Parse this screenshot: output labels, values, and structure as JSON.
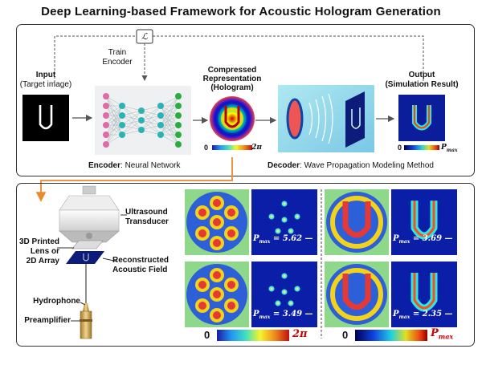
{
  "title": "Deep Learning-based Framework for Acoustic Hologram Generation",
  "loss_symbol": "ℒ",
  "train_encoder": [
    "Train",
    "Encoder"
  ],
  "input": {
    "title": "Input",
    "sub": "(Target image)"
  },
  "compressed": [
    "Compressed",
    "Representation",
    "(Hologram)"
  ],
  "output": {
    "title": "Output",
    "sub": "(Simulation Result)"
  },
  "encoder": {
    "bold": "Encoder",
    "rest": ": Neural Network"
  },
  "decoder": {
    "bold": "Decoder",
    "rest": ": Wave Propagation Modeling Method"
  },
  "phase_scale": {
    "min": "0",
    "max": "2π"
  },
  "pressure_scale": {
    "min": "0",
    "max": "P",
    "sub": "max"
  },
  "setup": {
    "ultrasound": [
      "Ultrasound",
      "Transducer"
    ],
    "lens": [
      "3D Printed",
      "Lens or",
      "2D Array"
    ],
    "field": [
      "Reconstructed",
      "Acoustic Field"
    ],
    "hydrophone": "Hydrophone",
    "preamplifier": "Preamplifier"
  },
  "results": [
    {
      "pmax_value": "= 5.62"
    },
    {
      "pmax_value": "= 3.69"
    },
    {
      "pmax_value": "= 3.49"
    },
    {
      "pmax_value": "= 2.35"
    }
  ],
  "colors": {
    "panel_border": "#333333",
    "arrow_orange": "#e98a2c",
    "field_blue": "#1a237e",
    "hologram_green": "#8fd88b"
  }
}
